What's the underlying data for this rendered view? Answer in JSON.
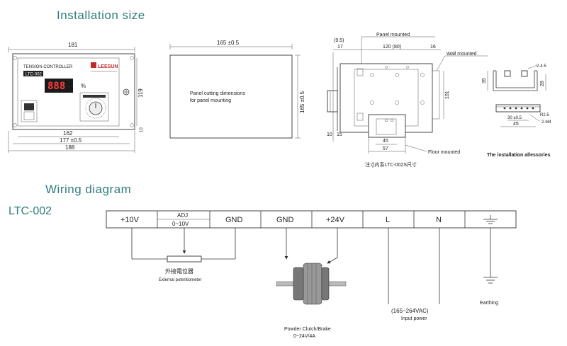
{
  "headings": {
    "installation": "Installation size",
    "wiring": "Wiring diagram",
    "model": "LTC-002"
  },
  "front_view": {
    "top_width": "181",
    "device_title": "TENSION CONTROLLER",
    "device_model": "LTC-002",
    "percent_sign": "%",
    "display_digits": "888",
    "brand": "LEESUN",
    "height": "119",
    "width_162": "162",
    "width_177": "177 ±0.5",
    "width_188": "188",
    "edge_10": "10"
  },
  "panel_cutout": {
    "width": "165 ±0.5",
    "height": "165 ±0.5",
    "caption_line1": "Panel cutting dimensions",
    "caption_line2": "for panel mounting"
  },
  "side_view": {
    "label_panel_mounted": "Panel mounted",
    "label_wall_mounted": "Wall mounted",
    "label_floor_mounted": "Floor mounted",
    "dim_9_5": "(9.5)",
    "dim_17": "17",
    "dim_120": "120 (80)",
    "dim_16": "16",
    "dim_101": "101",
    "dim_10": "10",
    "dim_15": "15",
    "dim_45": "45",
    "dim_57": "57",
    "note": "注:()内系LTC-002S尺寸"
  },
  "accessories": {
    "dim_2_4_5": "2-4.5",
    "dim_35": "35",
    "dim_28": "28",
    "dim_r2_5": "R2.5",
    "dim_2_m4": "2-M4",
    "dim_30": "30 ±0.5",
    "dim_45": "45",
    "caption": "The installation allessories"
  },
  "wiring": {
    "terminals": [
      {
        "top": "+10V",
        "bottom": ""
      },
      {
        "top": "ADJ",
        "bottom": "0~10V"
      },
      {
        "top": "GND",
        "bottom": ""
      },
      {
        "top": "GND",
        "bottom": ""
      },
      {
        "top": "+24V",
        "bottom": ""
      },
      {
        "top": "L",
        "bottom": ""
      },
      {
        "top": "N",
        "bottom": ""
      },
      {
        "top": "",
        "bottom": ""
      }
    ],
    "potentiometer_cn": "外接電位器",
    "potentiometer_en": "External potentiometer",
    "clutch_line1": "Powder Clutch/Brake",
    "clutch_line2": "0~24V/4A",
    "power_range": "(165~264VAC)",
    "power_label": "Input power",
    "earthing": "Earthing"
  }
}
